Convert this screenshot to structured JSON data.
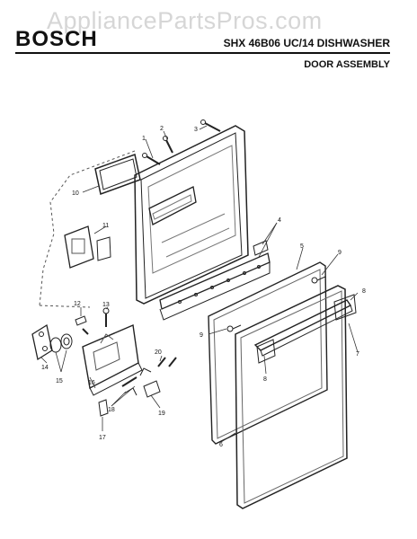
{
  "header": {
    "watermark": "AppliancePartsPros.com",
    "brand": "BOSCH",
    "model": "SHX 46B06 UC/14 DISHWASHER",
    "section": "DOOR ASSEMBLY"
  },
  "callouts": {
    "c1": "1",
    "c2": "2",
    "c3": "3",
    "c4": "4",
    "c5": "5",
    "c6": "6",
    "c7": "7",
    "c8a": "8",
    "c8b": "8",
    "c9a": "9",
    "c9b": "9",
    "c10": "10",
    "c11": "11",
    "c12": "12",
    "c13": "13",
    "c14": "14",
    "c15": "15",
    "c16": "16",
    "c17": "17",
    "c18": "18",
    "c19": "19",
    "c20": "20"
  }
}
